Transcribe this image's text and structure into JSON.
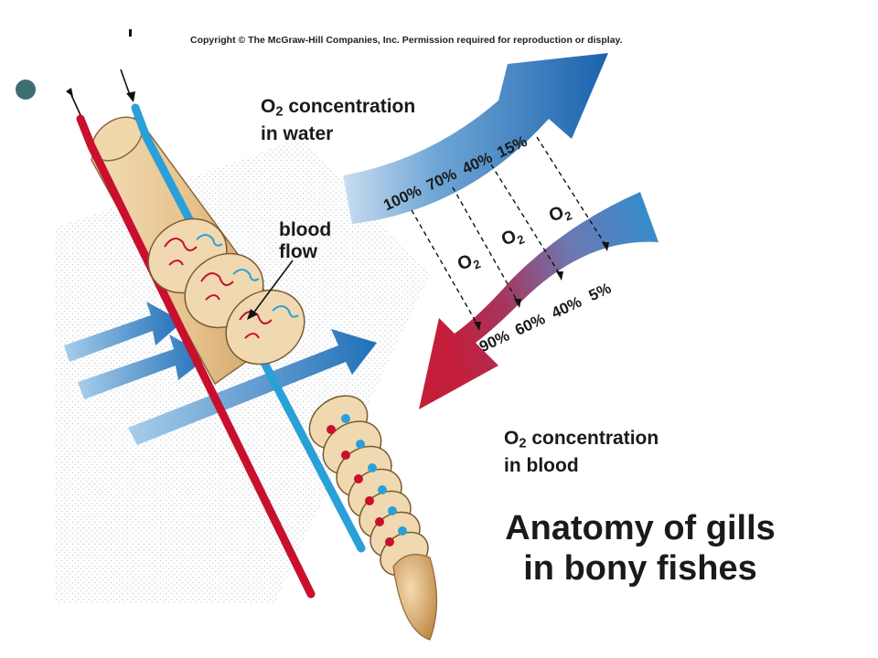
{
  "copyright": "Copyright © The McGraw-Hill Companies, Inc. Permission required for reproduction or display.",
  "labels": {
    "water_o2_prefix": "O",
    "water_o2_sub": "2",
    "water_line1_rest": " concentration",
    "water_line2": "in water",
    "blood_o2_prefix": "O",
    "blood_o2_sub": "2",
    "blood_line1_rest": " concentration",
    "blood_line2": "in blood",
    "blood_flow_line1": "blood",
    "blood_flow_line2": "flow",
    "o2_symbol": "O",
    "o2_sub": "2"
  },
  "water_percentages": [
    "100%",
    "70%",
    "40%",
    "15%"
  ],
  "blood_percentages": [
    "90%",
    "60%",
    "40%",
    "5%"
  ],
  "title": {
    "line1": "Anatomy of gills",
    "line2": "in bony fishes"
  },
  "colors": {
    "water_arrow": "#1e6fb3",
    "blood_arrow_oxygenated": "#c4203a",
    "blood_arrow_deoxygenated": "#2a7bc0",
    "filament_tan": "#e9c99a",
    "artery_red": "#c8102e",
    "vein_blue": "#2aa0d8",
    "bullet": "#3d6e73"
  }
}
